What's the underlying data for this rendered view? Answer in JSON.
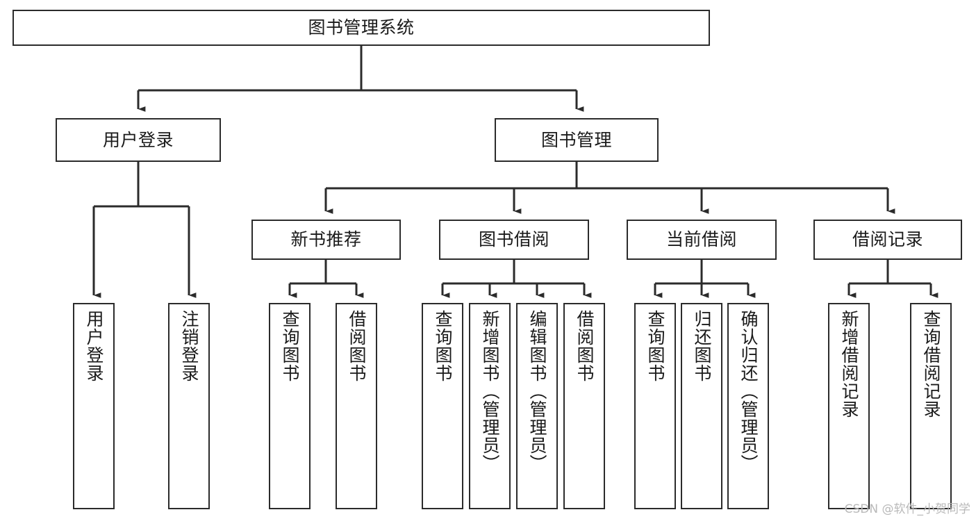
{
  "diagram": {
    "title": "图书管理系统",
    "type": "tree",
    "background_color": "#ffffff",
    "line_color": "#2b2b2b",
    "text_color": "#1a1a1a",
    "root": {
      "id": "root",
      "label": "图书管理系统"
    },
    "level1": [
      {
        "id": "user-login",
        "label": "用户登录"
      },
      {
        "id": "book-manage",
        "label": "图书管理"
      }
    ],
    "level2": [
      {
        "id": "new-book-recommend",
        "label": "新书推荐",
        "parent": "book-manage"
      },
      {
        "id": "book-borrow",
        "label": "图书借阅",
        "parent": "book-manage"
      },
      {
        "id": "current-borrow",
        "label": "当前借阅",
        "parent": "book-manage"
      },
      {
        "id": "borrow-record",
        "label": "借阅记录",
        "parent": "book-manage"
      }
    ],
    "leaves": [
      {
        "id": "leaf-user-login",
        "label": "用户登录",
        "parent": "user-login"
      },
      {
        "id": "leaf-logout-login",
        "label": "注销登录",
        "parent": "user-login"
      },
      {
        "id": "leaf-query-book-1",
        "label": "查询图书",
        "parent": "new-book-recommend"
      },
      {
        "id": "leaf-borrow-book-1",
        "label": "借阅图书",
        "parent": "new-book-recommend"
      },
      {
        "id": "leaf-query-book-2",
        "label": "查询图书",
        "parent": "book-borrow"
      },
      {
        "id": "leaf-add-book",
        "label": "新增图书（管理员）",
        "parent": "book-borrow"
      },
      {
        "id": "leaf-edit-book",
        "label": "编辑图书（管理员）",
        "parent": "book-borrow"
      },
      {
        "id": "leaf-borrow-book-2",
        "label": "借阅图书",
        "parent": "book-borrow"
      },
      {
        "id": "leaf-query-book-3",
        "label": "查询图书",
        "parent": "current-borrow"
      },
      {
        "id": "leaf-return-book",
        "label": "归还图书",
        "parent": "current-borrow"
      },
      {
        "id": "leaf-confirm-return",
        "label": "确认归还（管理员）",
        "parent": "current-borrow"
      },
      {
        "id": "leaf-add-record",
        "label": "新增借阅记录",
        "parent": "borrow-record"
      },
      {
        "id": "leaf-query-record",
        "label": "查询借阅记录",
        "parent": "borrow-record"
      }
    ]
  },
  "watermark": {
    "text": "CSDN @软件_小贺同学"
  }
}
